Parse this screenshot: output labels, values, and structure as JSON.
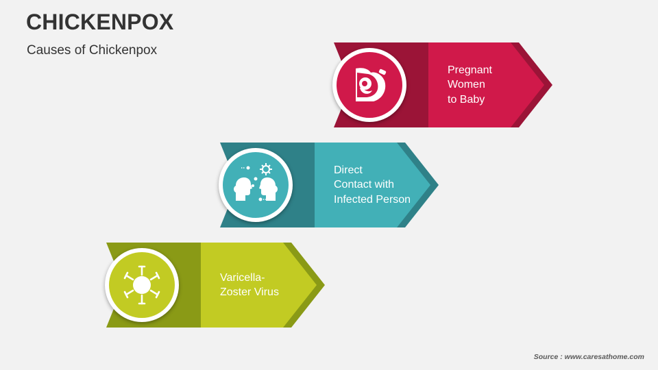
{
  "title": "CHICKENPOX",
  "subtitle": "Causes of Chickenpox",
  "source": "Source : www.caresathome.com",
  "steps": [
    {
      "label": "Pregnant\nWomen\nto Baby",
      "icon": "pregnancy-icon",
      "dark": "#9b1437",
      "light": "#d0194a"
    },
    {
      "label": "Direct\nContact with\nInfected Person",
      "icon": "contact-icon",
      "dark": "#2f8188",
      "light": "#42b0b7"
    },
    {
      "label": "Varicella-\nZoster Virus",
      "icon": "virus-icon",
      "dark": "#8a9a16",
      "light": "#c2cb23"
    }
  ]
}
